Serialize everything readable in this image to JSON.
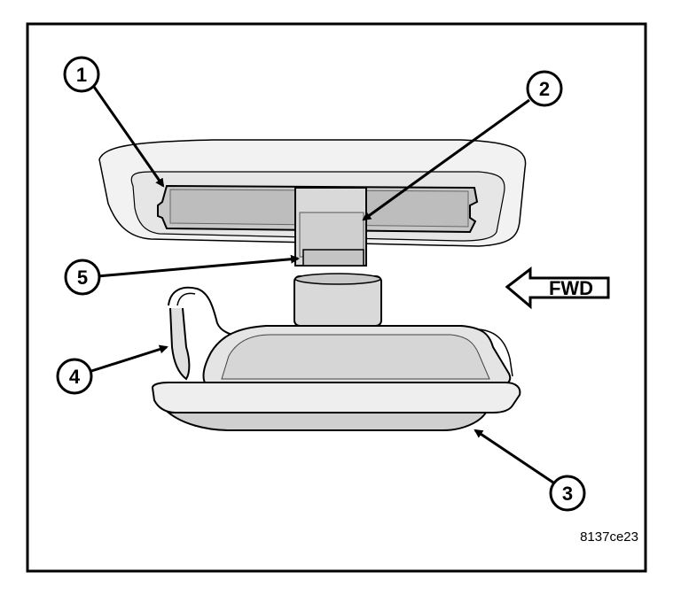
{
  "callouts": [
    {
      "label": "1"
    },
    {
      "label": "2"
    },
    {
      "label": "3"
    },
    {
      "label": "4"
    },
    {
      "label": "5"
    }
  ],
  "direction_label": "FWD",
  "figure_code": "8137ce23"
}
